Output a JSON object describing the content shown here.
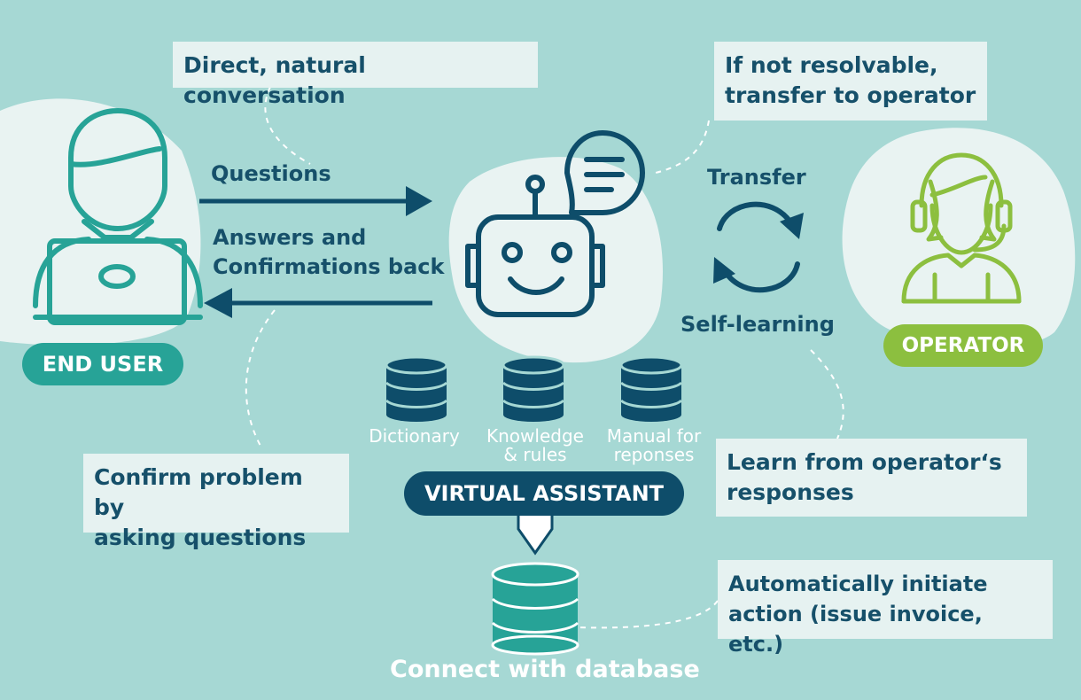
{
  "colors": {
    "background": "#a6d8d4",
    "navy": "#0e4d6a",
    "teal": "#27a397",
    "green": "#8cbf3f",
    "note_bg": "#e6f2f1",
    "blob": "#e9f3f2"
  },
  "notes": {
    "direct": "Direct, natural conversation",
    "transfer_line1": "If not resolvable,",
    "transfer_line2": "transfer to operator",
    "confirm_line1": "Confirm problem by",
    "confirm_line2": "asking questions",
    "learn_line1": "Learn from operator‘s",
    "learn_line2": "responses",
    "auto_line1": "Automatically initiate",
    "auto_line2": "action (issue invoice, etc.)"
  },
  "flow": {
    "questions": "Questions",
    "answers_line1": "Answers and",
    "answers_line2": "Confirmations back",
    "transfer": "Transfer",
    "self_learning": "Self-learning"
  },
  "roles": {
    "end_user": "END USER",
    "operator": "OPERATOR",
    "virtual_assistant": "VIRTUAL ASSISTANT"
  },
  "databases": {
    "dictionary": "Dictionary",
    "knowledge_line1": "Knowledge",
    "knowledge_line2": "& rules",
    "manual_line1": "Manual for",
    "manual_line2": "reponses"
  },
  "footer": "Connect with database",
  "icons": [
    "user-laptop-icon",
    "robot-icon",
    "chat-bubble-icon",
    "operator-headset-icon",
    "sync-arrows-icon",
    "database-icon"
  ]
}
